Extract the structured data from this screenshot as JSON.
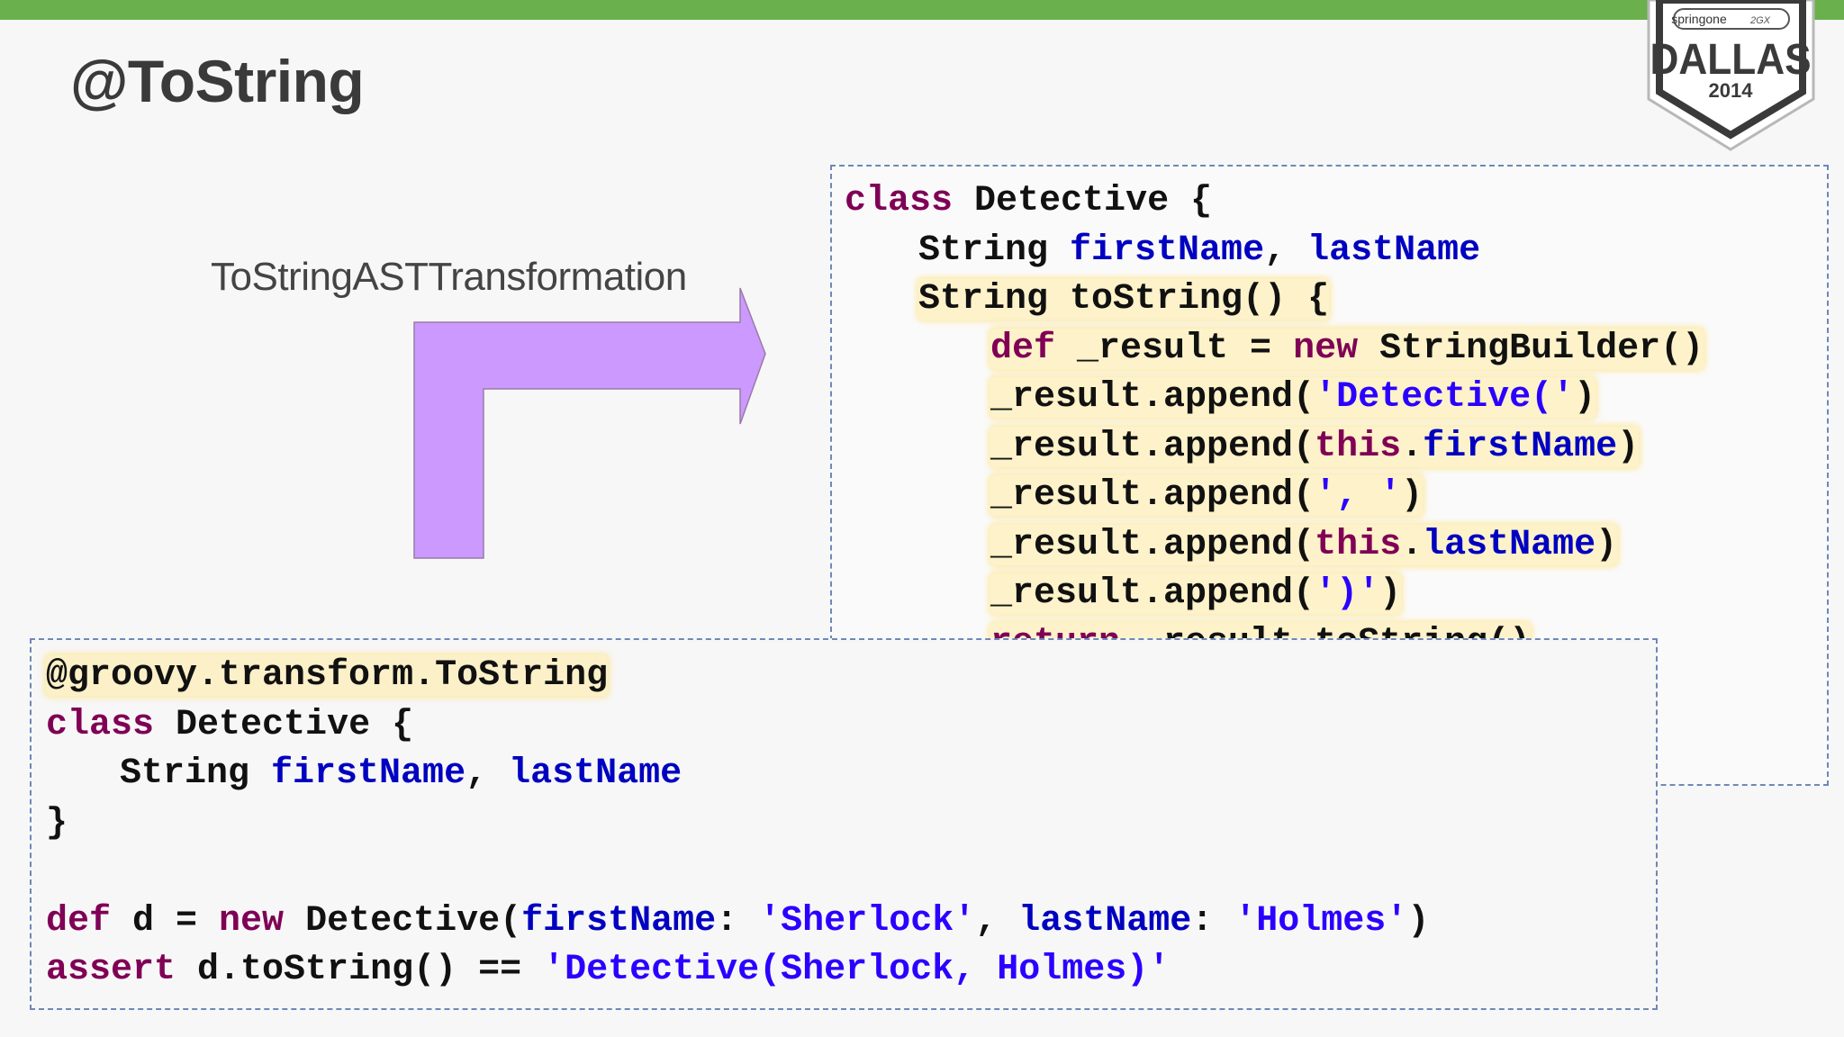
{
  "slide": {
    "title": "@ToString",
    "arrow_label": "ToStringASTTransformation"
  },
  "badge": {
    "brand": "springone",
    "sub": "2GX",
    "city": "DALLAS",
    "year": "2014"
  },
  "colors": {
    "top_bar": "#6ab04c",
    "arrow_fill": "#cc99ff",
    "keyword": "#7f0055",
    "field": "#0000c0",
    "string": "#2a00ff",
    "box_border": "#6e88b8"
  },
  "expanded_code": {
    "l1_kw": "class",
    "l1_rest": " Detective {",
    "l2_type": "String ",
    "l2_f1": "firstName",
    "l2_sep": ", ",
    "l2_f2": "lastName",
    "l3_sig": "String toString() {",
    "l4_kw1": "def",
    "l4_mid": " _result = ",
    "l4_kw2": "new",
    "l4_rest": " StringBuilder()",
    "l5_pre": "_result.append(",
    "l5_str": "'Detective('",
    "l5_post": ")",
    "l6_pre": "_result.append(",
    "l6_this": "this",
    "l6_dot": ".",
    "l6_fld": "firstName",
    "l6_post": ")",
    "l7_pre": "_result.append(",
    "l7_str": "', '",
    "l7_post": ")",
    "l8_pre": "_result.append(",
    "l8_this": "this",
    "l8_dot": ".",
    "l8_fld": "lastName",
    "l8_post": ")",
    "l9_pre": "_result.append(",
    "l9_str": "')'",
    "l9_post": ")",
    "l10_kw": "return",
    "l10_rest": " _result.toString()",
    "l11": "}",
    "l12": "}"
  },
  "source_code": {
    "l1": "@groovy.transform.ToString",
    "l2_kw": "class",
    "l2_rest": " Detective {",
    "l3_type": "String ",
    "l3_f1": "firstName",
    "l3_sep": ", ",
    "l3_f2": "lastName",
    "l4": "}",
    "l6_kw1": "def",
    "l6_mid": " d = ",
    "l6_kw2": "new",
    "l6_cls": " Detective(",
    "l6_f1": "firstName",
    "l6_c1": ": ",
    "l6_s1": "'Sherlock'",
    "l6_sep": ", ",
    "l6_f2": "lastName",
    "l6_c2": ": ",
    "l6_s2": "'Holmes'",
    "l6_end": ")",
    "l7_kw": "assert",
    "l7_mid": " d.toString() == ",
    "l7_str": "'Detective(Sherlock, Holmes)'"
  }
}
